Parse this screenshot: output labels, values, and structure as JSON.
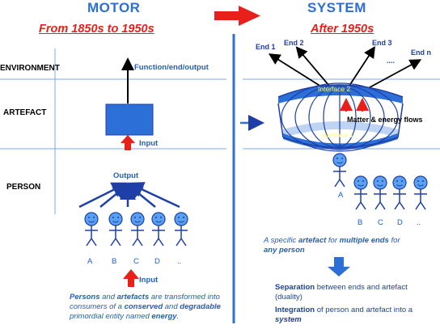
{
  "headers": {
    "motor": "MOTOR",
    "system": "SYSTEM",
    "motor_period": "From 1850s to 1950s",
    "system_period": "After 1950s"
  },
  "rows": {
    "environment": "ENVIRONMENT",
    "artefact": "ARTEFACT",
    "person": "PERSON"
  },
  "motor": {
    "function_label": "Function/end/output",
    "input_label": "Input",
    "output_label": "Output",
    "bottom_input_label": "Input",
    "persons": [
      "A",
      "B",
      "C",
      "D",
      ".."
    ],
    "note_parts": {
      "p1": "Persons",
      "p2": " and ",
      "p3": "artefacts",
      "p4": " are transformed into consumers of a ",
      "p5": "conserved",
      "p6": " and ",
      "p7": "degradable",
      "p8": " primordial entity named ",
      "p9": "energy",
      "p10": "."
    }
  },
  "system": {
    "ends": [
      "End 1",
      "End 2",
      "End 3",
      "....",
      "End n"
    ],
    "interface2": "Interface 2",
    "interface1": "Interface 1",
    "flows_label": "Matter & energy flows",
    "persons_top": "A",
    "persons_bottom": [
      "B",
      "C",
      "D",
      ".."
    ],
    "note_parts": {
      "p1": "A specific ",
      "p2": "artefact",
      "p3": " for ",
      "p4": "multiple ends",
      "p5": " for ",
      "p6": "any person"
    },
    "sep_parts": {
      "p1": "Separation",
      "p2": " between ends and artefact (duality)"
    },
    "int_parts": {
      "p1": "Integration",
      "p2": " of person and artefact into a ",
      "p3": "system"
    }
  },
  "colors": {
    "accent_blue": "#2c6fd6",
    "accent_red": "#e8201a",
    "box_blue": "#2c6fd6"
  }
}
